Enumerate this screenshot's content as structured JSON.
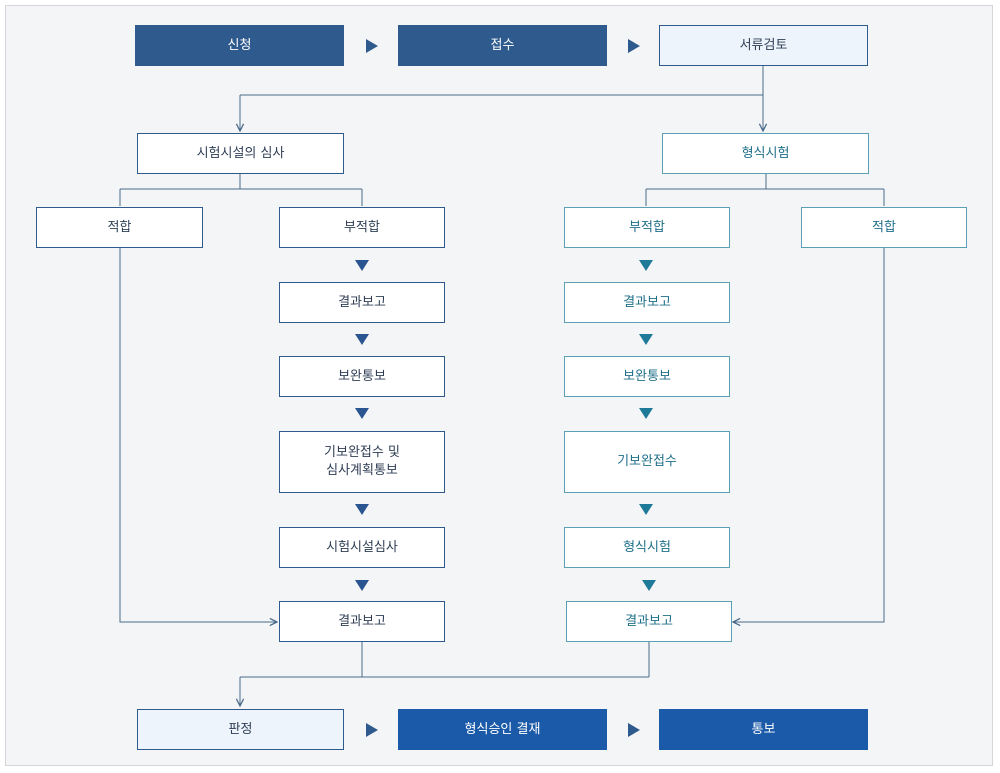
{
  "top_row": {
    "apply": "신청",
    "receipt": "접수",
    "doc_review": "서류검토"
  },
  "left_branch": {
    "header": "시험시설의 심사",
    "pass": "적합",
    "fail": "부적합",
    "steps": [
      "결과보고",
      "보완통보",
      "기보완접수 및\n심사계획통보",
      "시험시설심사",
      "결과보고"
    ]
  },
  "right_branch": {
    "header": "형식시험",
    "pass": "적합",
    "fail": "부적합",
    "steps": [
      "결과보고",
      "보완통보",
      "기보완접수",
      "형식시험",
      "결과보고"
    ]
  },
  "bottom_row": {
    "judgment": "판정",
    "approval": "형식승인 결재",
    "notice": "통보"
  },
  "colors": {
    "dark_navy": "#2f5a8e",
    "blue": "#1a5aa8",
    "teal": "#5a9fb4",
    "line": "#4a6a8a"
  }
}
